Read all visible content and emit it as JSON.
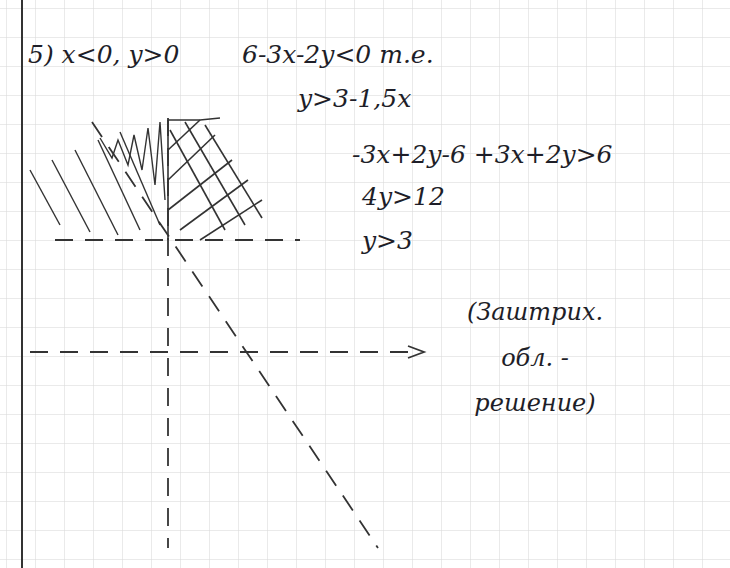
{
  "diagram": {
    "labels": [
      "5) x<0, y>0",
      "6-3x-2y<0 т.е.",
      "y>3-1,5x",
      "-3x+2y-6 +3x+2y>6",
      "4y>12",
      "y>3",
      "(Заштрих. обл. - решение)"
    ]
  }
}
